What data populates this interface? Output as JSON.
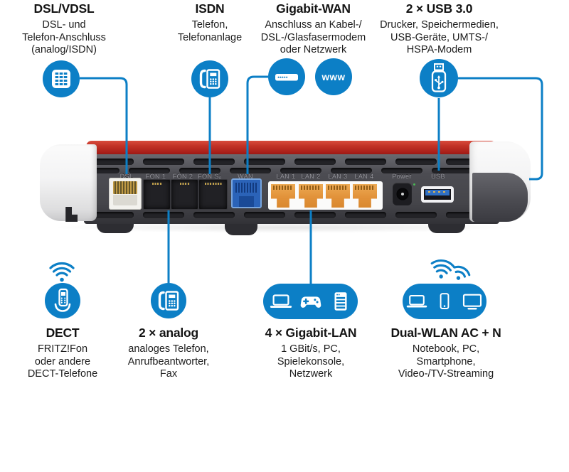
{
  "colors": {
    "accent_blue": "#0C7FC6",
    "router_red": "#B2231D",
    "router_gray": "#48484E",
    "wan_port_blue": "#2B63B8",
    "lan_port_orange": "#E2923A"
  },
  "top_sections": [
    {
      "title": "DSL/VDSL",
      "lines": [
        "DSL- und",
        "Telefon-Anschluss",
        "(analog/ISDN)"
      ],
      "icon": "tae-socket-icon"
    },
    {
      "title": "ISDN",
      "lines": [
        "Telefon,",
        "Telefonanlage"
      ],
      "icon": "desk-phone-icon"
    },
    {
      "title": "Gigabit-WAN",
      "lines": [
        "Anschluss an Kabel-/",
        "DSL-/Glasfasermodem",
        "oder Netzwerk"
      ],
      "icon": "modem-icon",
      "www_label": "www"
    },
    {
      "title": "2 × USB 3.0",
      "lines": [
        "Drucker, Speichermedien,",
        "USB-Geräte, UMTS-/",
        "HSPA-Modem"
      ],
      "icon": "usb-stick-icon"
    }
  ],
  "bottom_sections": [
    {
      "title": "DECT",
      "lines": [
        "FRITZ!Fon",
        "oder andere",
        "DECT-Telefone"
      ],
      "icon": "cordless-phone-icon"
    },
    {
      "title": "2 × analog",
      "lines": [
        "analoges Telefon,",
        "Anrufbeantworter,",
        "Fax"
      ],
      "icon": "desk-phone-icon"
    },
    {
      "title": "4 × Gigabit-LAN",
      "lines": [
        "1 GBit/s, PC,",
        "Spielekonsole,",
        "Netzwerk"
      ],
      "icons": [
        "laptop-icon",
        "gamepad-icon",
        "server-icon"
      ]
    },
    {
      "title": "Dual-WLAN AC + N",
      "lines": [
        "Notebook, PC,",
        "Smartphone,",
        "Video-/TV-Streaming"
      ],
      "icons": [
        "laptop-icon",
        "smartphone-icon",
        "tv-icon"
      ]
    }
  ],
  "router": {
    "port_labels": [
      "DSL",
      "FON 1",
      "FON 2",
      "FON S₀",
      "WAN",
      "LAN 1",
      "LAN 2",
      "LAN 3",
      "LAN 4",
      "Power",
      "USB"
    ]
  }
}
